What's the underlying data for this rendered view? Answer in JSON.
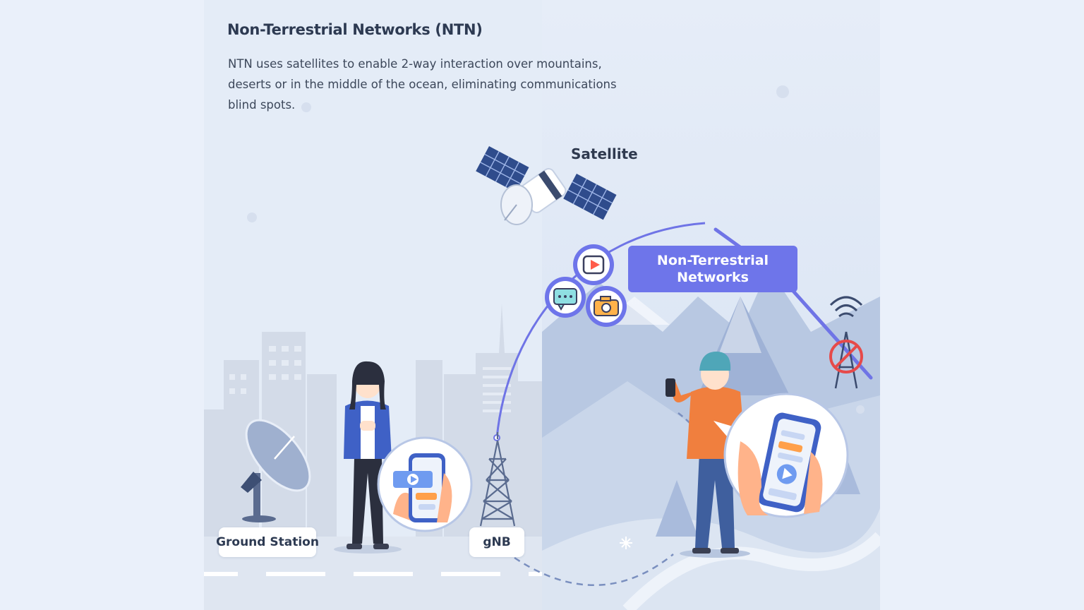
{
  "header": {
    "title": "Non-Terrestrial Networks (NTN)",
    "description": "NTN uses satellites to enable 2-way interaction over mountains, deserts or in the middle of the ocean, eliminating communications blind spots."
  },
  "labels": {
    "satellite": "Satellite",
    "ntn_box": "Non-Terrestrial\nNetworks",
    "ground_station": "Ground Station",
    "gnb": "gNB"
  },
  "icons": [
    "satellite-icon",
    "play-icon",
    "chat-icon",
    "camera-icon",
    "satellite-dish-icon",
    "cell-tower-icon",
    "no-signal-icon",
    "smartphone-icon",
    "snowflake-icon"
  ],
  "colors": {
    "accent": "#6e75ea",
    "link_line": "#6f74e6",
    "background": "#e4ecf7"
  }
}
